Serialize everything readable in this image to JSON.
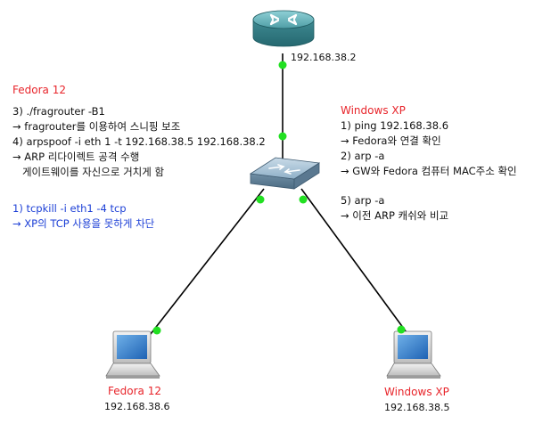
{
  "router": {
    "ip": "192.168.38.2"
  },
  "fedora_notes": {
    "title": "Fedora 12",
    "lines": [
      "3) ./fragrouter -B1",
      "→ fragrouter를 이용하여 스니핑 보조",
      "4) arpspoof -i eth 1 -t 192.168.38.5 192.168.38.2",
      "→ ARP 리다이렉트 공격 수행",
      "   게이트웨이를 자신으로 거치게 함"
    ],
    "blue_lines": [
      "1) tcpkill -i eth1 -4 tcp",
      "→ XP의 TCP 사용을 못하게 차단"
    ]
  },
  "xp_notes": {
    "title": "Windows XP",
    "lines": [
      "1) ping 192.168.38.6",
      "→ Fedora와 연결 확인",
      "2) arp -a",
      "→ GW와 Fedora 컴퓨터 MAC주소 확인"
    ],
    "lines2": [
      "5) arp -a",
      "→ 이전 ARP 캐쉬와 비교"
    ]
  },
  "fedora_host": {
    "name": "Fedora 12",
    "ip": "192.168.38.6"
  },
  "xp_host": {
    "name": "Windows XP",
    "ip": "192.168.38.5"
  },
  "colors": {
    "link": "#000000",
    "port": "#22e022",
    "host_label": "#e8252b",
    "note_blue": "#1c3fd6",
    "device_teal": "#3d8f96"
  }
}
